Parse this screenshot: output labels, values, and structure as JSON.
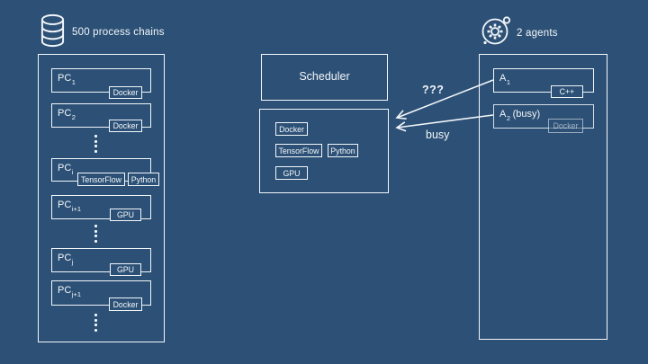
{
  "colors": {
    "background": "#2d5176",
    "stroke": "#f2f6fa"
  },
  "left": {
    "header": "500 process chains",
    "rows": [
      {
        "name": "PC",
        "sub": "1",
        "badges": [
          "Docker"
        ]
      },
      {
        "name": "PC",
        "sub": "2",
        "badges": [
          "Docker"
        ]
      },
      {
        "name": "PC",
        "sub": "i",
        "badges": [
          "TensorFlow",
          "Python"
        ]
      },
      {
        "name": "PC",
        "sub": "i+1",
        "badges": [
          "GPU"
        ]
      },
      {
        "name": "PC",
        "sub": "j",
        "badges": [
          "GPU"
        ]
      },
      {
        "name": "PC",
        "sub": "j+1",
        "badges": [
          "Docker"
        ]
      }
    ]
  },
  "center": {
    "scheduler_title": "Scheduler",
    "resources": [
      "Docker",
      "TensorFlow",
      "Python",
      "GPU"
    ]
  },
  "right": {
    "header": "2 agents",
    "agents": [
      {
        "name": "A",
        "sub": "1",
        "suffix": "",
        "badge": "C++",
        "status": "available"
      },
      {
        "name": "A",
        "sub": "2",
        "suffix": " (busy)",
        "badge": "Docker",
        "status": "busy"
      }
    ]
  },
  "arrows": {
    "question_label": "???",
    "busy_label": "busy"
  }
}
